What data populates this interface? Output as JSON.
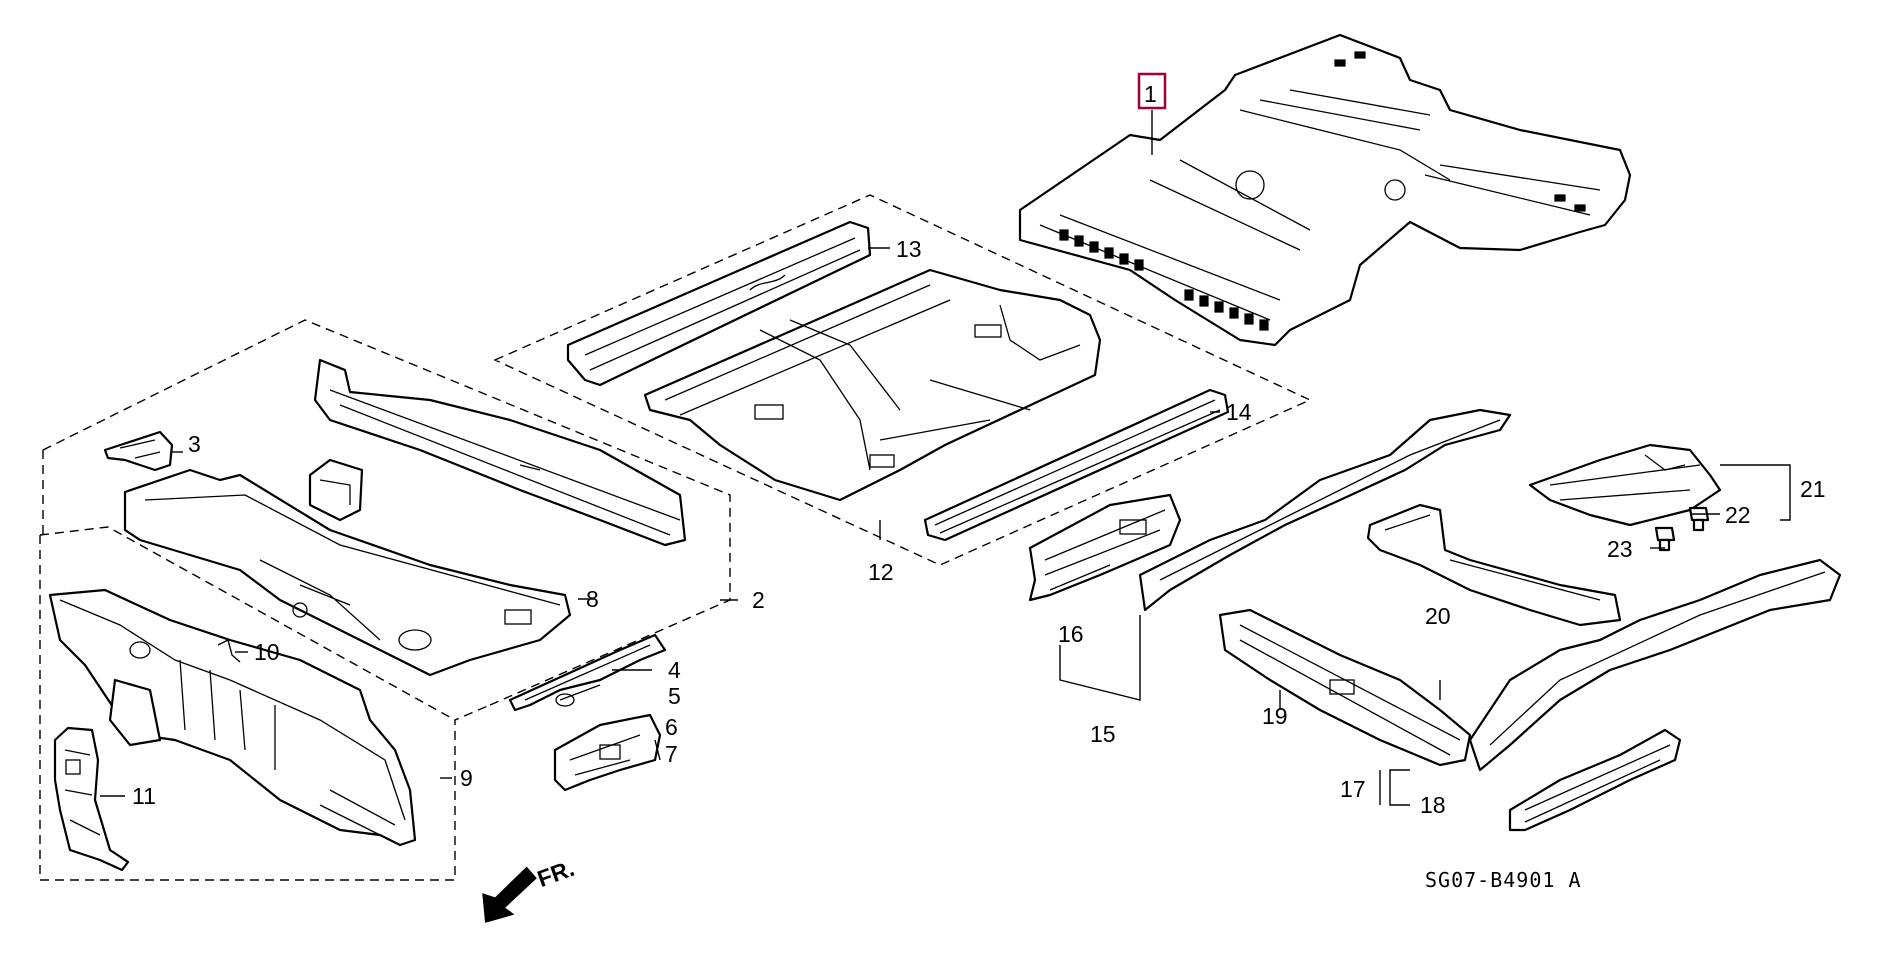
{
  "diagram": {
    "highlight_color": "#a00033",
    "callouts": [
      {
        "id": "c1",
        "text": "1"
      },
      {
        "id": "c2",
        "text": "2"
      },
      {
        "id": "c3",
        "text": "3"
      },
      {
        "id": "c4",
        "text": "4"
      },
      {
        "id": "c5",
        "text": "5"
      },
      {
        "id": "c6",
        "text": "6"
      },
      {
        "id": "c7",
        "text": "7"
      },
      {
        "id": "c8",
        "text": "8"
      },
      {
        "id": "c9",
        "text": "9"
      },
      {
        "id": "c10",
        "text": "10"
      },
      {
        "id": "c11",
        "text": "11"
      },
      {
        "id": "c12",
        "text": "12"
      },
      {
        "id": "c13",
        "text": "13"
      },
      {
        "id": "c14",
        "text": "14"
      },
      {
        "id": "c15",
        "text": "15"
      },
      {
        "id": "c16",
        "text": "16"
      },
      {
        "id": "c17",
        "text": "17"
      },
      {
        "id": "c18",
        "text": "18"
      },
      {
        "id": "c19",
        "text": "19"
      },
      {
        "id": "c20",
        "text": "20"
      },
      {
        "id": "c21",
        "text": "21"
      },
      {
        "id": "c22",
        "text": "22"
      },
      {
        "id": "c23",
        "text": "23"
      }
    ],
    "direction_label": "FR.",
    "diagram_code": "SG07-B4901 A"
  }
}
